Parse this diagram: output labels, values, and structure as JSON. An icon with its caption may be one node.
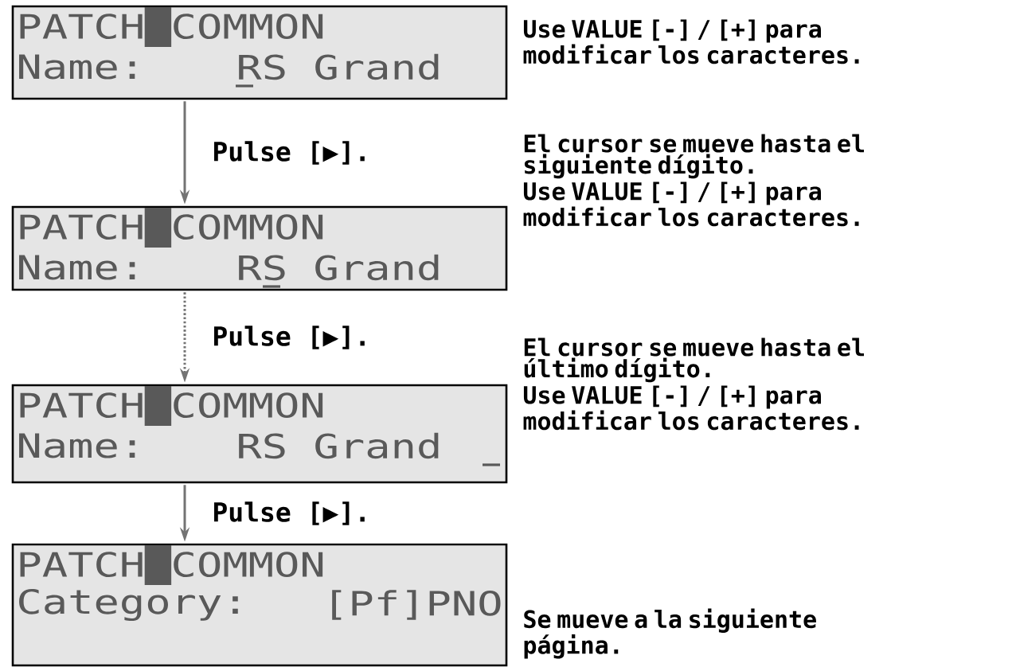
{
  "diagram": {
    "nodes": [
      {
        "text": [
          "PATCH█COMMON",
          "Name:",
          "RS Grand"
        ],
        "beside": [
          "Use VALUE [-] / [+] para modificar los caracteres."
        ]
      },
      {
        "text": [
          "PATCH█COMMON",
          "Name:",
          "RS Grand"
        ],
        "beside": [
          "El cursor se mueve hasta el siguiente dígito.",
          "Use VALUE [-] / [+] para modificar los caracteres."
        ]
      },
      {
        "text": [
          "PATCH█COMMON",
          "Name:",
          "RS Grand"
        ],
        "beside": [
          "El cursor se mueve hasta el último dígito.",
          "Use VALUE [-] / [+] para modificar los caracteres."
        ]
      },
      {
        "text": [
          "PATCH█COMMON",
          "Category:",
          "[Pf]PNO"
        ],
        "beside": [
          "Se mueve a la siguiente página."
        ]
      }
    ],
    "edges": [
      {
        "from": 0,
        "to": 1,
        "arrow": "to",
        "label": "Pulse [▶]."
      },
      {
        "from": 1,
        "to": 2,
        "arrow": "to",
        "label": "Pulse [▶].",
        "style": "dashed"
      },
      {
        "from": 2,
        "to": 3,
        "arrow": "to",
        "label": "Pulse [▶]."
      }
    ]
  }
}
